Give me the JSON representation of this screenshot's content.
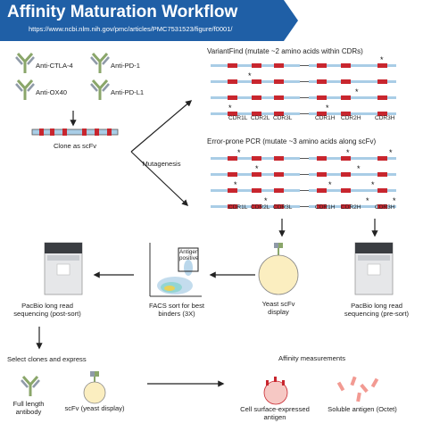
{
  "header": {
    "title": "Affinity Maturation Workflow",
    "url": "https://www.ncbi.nlm.nih.gov/pmc/articles/PMC7531523/figure/f0001/"
  },
  "antibodies": [
    "Anti-CTLA-4",
    "Anti-PD-1",
    "Anti-OX40",
    "Anti-PD-L1"
  ],
  "clone_label": "Clone as scFv",
  "mutagenesis_label": "Mutagenesis",
  "variantfind": {
    "title": "VariantFind (mutate ~2 amino acids within CDRs)",
    "cdr_labels": [
      "CDR1L",
      "CDR2L",
      "CDR3L",
      "CDR1H",
      "CDR2H",
      "CDR3H"
    ]
  },
  "errorprone": {
    "title": "Error-prone PCR (mutate ~3 amino acids along scFv)",
    "cdr_labels": [
      "CDR1L",
      "CDR2L",
      "CDR3L",
      "CDR1H",
      "CDR2H",
      "CDR3H"
    ]
  },
  "facs": {
    "gate_label": "Antigen positive",
    "label": "FACS sort for best binders (3X)"
  },
  "yeast_label": "Yeast scFv display",
  "pacbio_presort_label": "PacBio long read sequencing (pre-sort)",
  "pacbio_postsort_label": "PacBio long read sequencing (post-sort)",
  "select_label": "Select clones and express",
  "full_length_label": "Full length antibody",
  "scfv_label": "scFv (yeast display)",
  "affinity_title": "Affinity measurements",
  "cell_surface_label": "Cell surface-expressed antigen",
  "soluble_label": "Soluble antigen (Octet)",
  "colors": {
    "banner": "#1f5fa6",
    "cdr_red": "#c8262e",
    "chain_blue": "#a9cde6",
    "cell_yellow": "#fbeec0",
    "cell_pink": "#f6c8c4",
    "heavy_green": "#8aa66a",
    "light_grey": "#8f9aa8"
  }
}
